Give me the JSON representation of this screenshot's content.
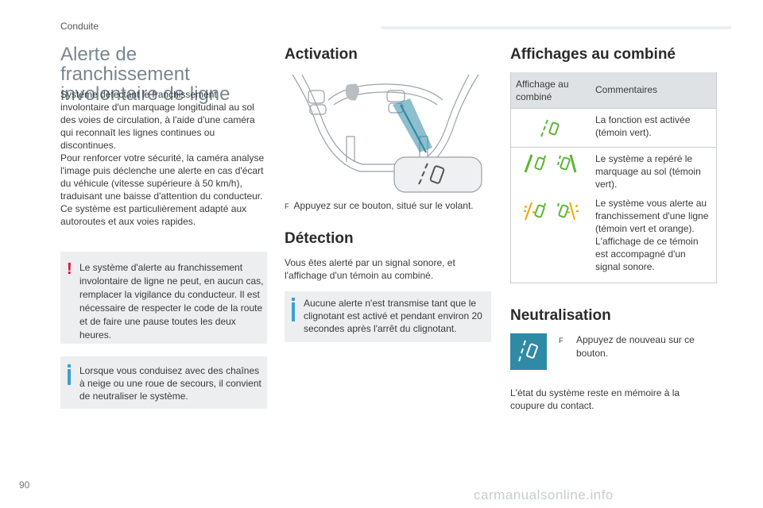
{
  "header": {
    "section": "Conduite"
  },
  "title": {
    "line1": "Alerte de franchissement",
    "line2": "involontaire de ligne"
  },
  "intro": {
    "p1": "Système détectant le franchissement involontaire d'un marquage longitudinal au sol des voies de circulation, à l'aide d'une caméra qui reconnaît les lignes continues ou discontinues.",
    "p2": "Pour renforcer votre sécurité, la caméra analyse l'image puis déclenche une alerte en cas d'écart du véhicule (vitesse supérieure à 50 km/h), traduisant une baisse d'attention du conducteur.",
    "p3": "Ce système est particulièrement adapté aux autoroutes et aux voies rapides."
  },
  "warning_note": "Le système d'alerte au franchissement involontaire de ligne ne peut, en aucun cas, remplacer la vigilance du conducteur. Il est nécessaire de respecter le code de la route et de faire une pause toutes les deux heures.",
  "info_note": "Lorsque vous conduisez avec des chaînes à neige ou une roue de secours, il convient de neutraliser le système.",
  "activation": {
    "heading": "Activation",
    "instruction": "Appuyez sur ce bouton, situé sur le volant.",
    "bullet_glyph": "F"
  },
  "detection": {
    "heading": "Détection",
    "text": "Vous êtes alerté par un signal sonore, et l'affichage d'un témoin au combiné.",
    "note": "Aucune alerte n'est transmise tant que le clignotant est activé et pendant environ 20 secondes après l'arrêt du clignotant."
  },
  "affichages": {
    "heading": "Affichages au combiné",
    "table": {
      "col1": "Affichage au combiné",
      "col2": "Commentaires",
      "rows": [
        {
          "comment": "La fonction est activée (témoin vert).",
          "icons": [
            "lane-car-green-icon"
          ]
        },
        {
          "comment": "Le système a repéré le marquage au sol (témoin vert).",
          "icons": [
            "lane-left-green-icon",
            "lane-right-green-icon"
          ]
        },
        {
          "comment": "Le système vous alerte au franchissement d'une ligne (témoin vert et orange).",
          "comment2": "L'affichage de ce témoin est accompagné d'un signal sonore.",
          "icons": [
            "lane-left-alert-icon",
            "lane-right-alert-icon"
          ]
        }
      ]
    }
  },
  "neutralisation": {
    "heading": "Neutralisation",
    "instruction": "Appuyez de nouveau sur ce bouton.",
    "bullet_glyph": "F",
    "text": "L'état du système reste en mémoire à la coupure du contact."
  },
  "colors": {
    "green": "#5bb532",
    "orange": "#f0a500",
    "teal": "#2f8aa6",
    "red": "#e4002b",
    "blue": "#3b9fd4"
  },
  "footer": {
    "page_number": "90",
    "watermark": "carmanualsonline.info"
  }
}
